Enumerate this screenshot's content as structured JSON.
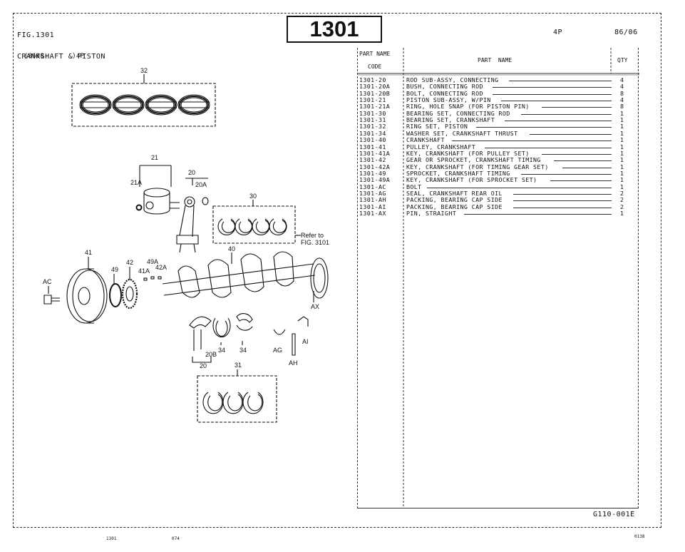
{
  "header": {
    "fig_line1": "FIG.1301",
    "fig_line2": "CRANKSHAFT & PISTON",
    "fig_number": "1301",
    "engine": "4P",
    "date": "86/06",
    "applicability": "(8608-      )4P"
  },
  "table": {
    "col_code_line1": "PART NAME",
    "col_code_line2": "CODE",
    "col_name": "PART  NAME",
    "col_qty": "QTY",
    "rows": [
      {
        "code": "1301-20",
        "name": "ROD SUB-ASSY, CONNECTING",
        "qty": "4"
      },
      {
        "code": "1301-20A",
        "name": "BUSH, CONNECTING ROD",
        "qty": "4"
      },
      {
        "code": "1301-20B",
        "name": "BOLT, CONNECTING ROD",
        "qty": "8"
      },
      {
        "code": "1301-21",
        "name": "PISTON SUB-ASSY, W/PIN",
        "qty": "4"
      },
      {
        "code": "1301-21A",
        "name": "RING, HOLE SNAP (FOR PISTON PIN)",
        "qty": "8"
      },
      {
        "code": "1301-30",
        "name": "BEARING SET, CONNECTING ROD",
        "qty": "1"
      },
      {
        "code": "1301-31",
        "name": "BEARING SET, CRANKSHAFT",
        "qty": "1"
      },
      {
        "code": "1301-32",
        "name": "RING SET, PISTON",
        "qty": "1"
      },
      {
        "code": "1301-34",
        "name": "WASHER SET, CRANKSHAFT THRUST",
        "qty": "1"
      },
      {
        "code": "1301-40",
        "name": "CRANKSHAFT",
        "qty": "1"
      },
      {
        "code": "1301-41",
        "name": "PULLEY, CRANKSHAFT",
        "qty": "1"
      },
      {
        "code": "1301-41A",
        "name": "KEY, CRANKSHAFT (FOR PULLEY SET)",
        "qty": "1"
      },
      {
        "code": "1301-42",
        "name": "GEAR OR SPROCKET, CRANKSHAFT TIMING",
        "qty": "1"
      },
      {
        "code": "1301-42A",
        "name": "KEY, CRANKSHAFT (FOR TIMING GEAR SET)",
        "qty": "1"
      },
      {
        "code": "1301-49",
        "name": "SPROCKET, CRANKSHAFT TIMING",
        "qty": "1"
      },
      {
        "code": "1301-49A",
        "name": "KEY, CRANKSHAFT (FOR SPROCKET SET)",
        "qty": "1"
      },
      {
        "code": "1301-AC",
        "name": "BOLT",
        "qty": "1"
      },
      {
        "code": "1301-AG",
        "name": "SEAL, CRANKSHAFT REAR OIL",
        "qty": "2"
      },
      {
        "code": "1301-AH",
        "name": "PACKING, BEARING CAP SIDE",
        "qty": "2"
      },
      {
        "code": "1301-AI",
        "name": "PACKING, BEARING CAP SIDE",
        "qty": "2"
      },
      {
        "code": "1301-AX",
        "name": "PIN, STRAIGHT",
        "qty": "1"
      }
    ]
  },
  "diagram": {
    "labels": {
      "l32": "32",
      "l21": "21",
      "l21A": "21A",
      "l20": "20",
      "l20A": "20A",
      "l30": "30",
      "refer1": "Refer to",
      "refer2": "FIG. 3101",
      "l41": "41",
      "l40": "40",
      "l49": "49",
      "l42": "42",
      "l49A": "49A",
      "l41A": "41A",
      "l42A": "42A",
      "lAC": "AC",
      "lAX": "AX",
      "l34a": "34",
      "l34b": "34",
      "l20B": "20B",
      "l20b": "20",
      "lAG": "AG",
      "lAI": "AI",
      "lAH": "AH",
      "l31": "31"
    },
    "drawing_number": "1301-074"
  },
  "footer": {
    "sheet_code": "G110-001E",
    "bottom_left1": "1301",
    "bottom_left2": "074",
    "bottom_right": "0138"
  }
}
